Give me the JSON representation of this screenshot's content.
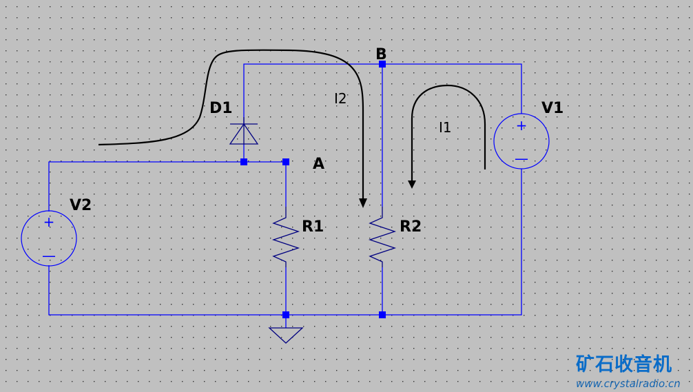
{
  "schematic": {
    "components": {
      "d1": "D1",
      "r1": "R1",
      "r2": "R2",
      "v1": "V1",
      "v2": "V2"
    },
    "nodes": {
      "a": "A",
      "b": "B"
    },
    "currents": {
      "i1": "I1",
      "i2": "I2"
    },
    "source_symbols": {
      "plus": "+",
      "minus": "—"
    }
  },
  "watermark": {
    "title": "矿石收音机",
    "url": "www.crystalradio.cn"
  },
  "colors": {
    "background": "#c0c0c0",
    "wire": "#0000ff",
    "component": "#000080",
    "label": "#000000",
    "watermark": "#0a6cc8"
  }
}
